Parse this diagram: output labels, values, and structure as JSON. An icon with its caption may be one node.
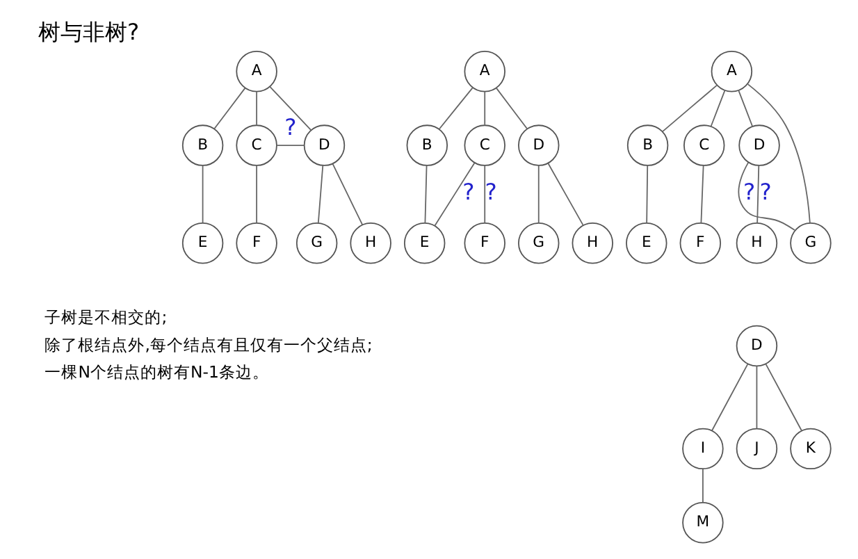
{
  "diagram": {
    "title": "树与非树?",
    "nodes": [
      {
        "text": [
          "A"
        ]
      },
      {
        "text": [
          "B"
        ]
      },
      {
        "text": [
          "C"
        ]
      },
      {
        "text": [
          "D"
        ]
      },
      {
        "text": [
          "E"
        ]
      },
      {
        "text": [
          "F"
        ]
      },
      {
        "text": [
          "G"
        ]
      },
      {
        "text": [
          "H"
        ]
      },
      {
        "text": [
          "A"
        ]
      },
      {
        "text": [
          "B"
        ]
      },
      {
        "text": [
          "C"
        ]
      },
      {
        "text": [
          "D"
        ]
      },
      {
        "text": [
          "E"
        ]
      },
      {
        "text": [
          "F"
        ]
      },
      {
        "text": [
          "G"
        ]
      },
      {
        "text": [
          "H"
        ]
      },
      {
        "text": [
          "A"
        ]
      },
      {
        "text": [
          "B"
        ]
      },
      {
        "text": [
          "C"
        ]
      },
      {
        "text": [
          "D"
        ]
      },
      {
        "text": [
          "E"
        ]
      },
      {
        "text": [
          "F"
        ]
      },
      {
        "text": [
          "G"
        ]
      },
      {
        "text": [
          "H"
        ]
      },
      {
        "text": [
          "D"
        ]
      },
      {
        "text": [
          "I"
        ]
      },
      {
        "text": [
          "J"
        ]
      },
      {
        "text": [
          "K"
        ]
      },
      {
        "text": [
          "M"
        ]
      }
    ],
    "edges": [
      {
        "from": 0,
        "to": 1,
        "arrow": "none"
      },
      {
        "from": 0,
        "to": 2,
        "arrow": "none"
      },
      {
        "from": 0,
        "to": 3,
        "arrow": "none"
      },
      {
        "from": 1,
        "to": 4,
        "arrow": "none"
      },
      {
        "from": 2,
        "to": 5,
        "arrow": "none"
      },
      {
        "from": 2,
        "to": 3,
        "arrow": "none",
        "label": "?"
      },
      {
        "from": 3,
        "to": 6,
        "arrow": "none"
      },
      {
        "from": 3,
        "to": 7,
        "arrow": "none"
      },
      {
        "from": 8,
        "to": 9,
        "arrow": "none"
      },
      {
        "from": 8,
        "to": 10,
        "arrow": "none"
      },
      {
        "from": 8,
        "to": 11,
        "arrow": "none"
      },
      {
        "from": 9,
        "to": 12,
        "arrow": "none"
      },
      {
        "from": 10,
        "to": 12,
        "arrow": "none",
        "label": "?"
      },
      {
        "from": 10,
        "to": 13,
        "arrow": "none",
        "label": "?"
      },
      {
        "from": 11,
        "to": 14,
        "arrow": "none"
      },
      {
        "from": 11,
        "to": 15,
        "arrow": "none"
      },
      {
        "from": 16,
        "to": 17,
        "arrow": "none"
      },
      {
        "from": 16,
        "to": 18,
        "arrow": "none"
      },
      {
        "from": 16,
        "to": 22,
        "arrow": "none"
      },
      {
        "from": 16,
        "to": 19,
        "arrow": "none"
      },
      {
        "from": 17,
        "to": 20,
        "arrow": "none"
      },
      {
        "from": 18,
        "to": 21,
        "arrow": "none"
      },
      {
        "from": 19,
        "to": 22,
        "arrow": "none",
        "label": "?"
      },
      {
        "from": 19,
        "to": 23,
        "arrow": "none",
        "label": "?"
      },
      {
        "from": 24,
        "to": 25,
        "arrow": "none"
      },
      {
        "from": 24,
        "to": 26,
        "arrow": "none"
      },
      {
        "from": 24,
        "to": 27,
        "arrow": "none"
      },
      {
        "from": 25,
        "to": 28,
        "arrow": "none"
      }
    ],
    "labels": [
      "子树是不相交的;",
      "除了根结点外,每个结点有且仅有一个父结点;",
      "一棵N个结点的树有N-1条边。"
    ]
  }
}
